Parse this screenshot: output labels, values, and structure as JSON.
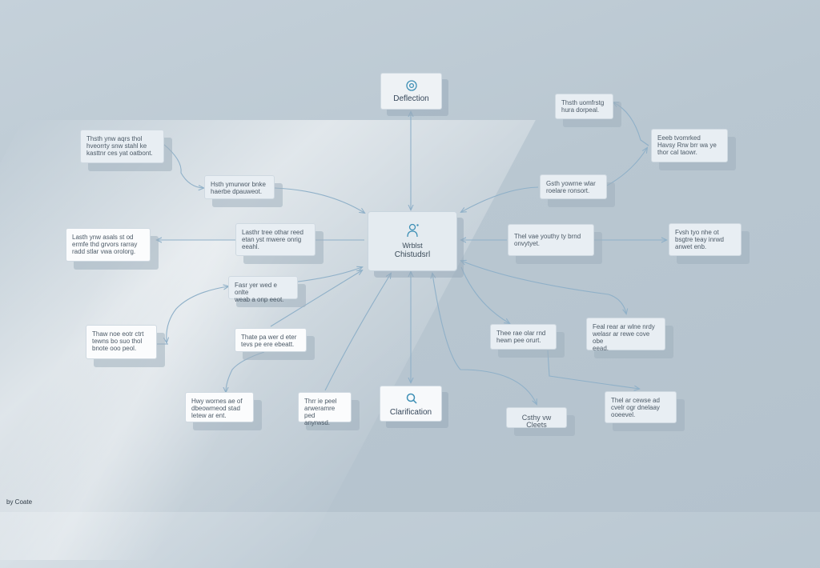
{
  "center": {
    "line1": "Wrblst",
    "line2": "Chistudsrl",
    "icon": "person-icon"
  },
  "top_hub": {
    "label": "Deflection",
    "icon": "at-sign-icon"
  },
  "bottom_hub": {
    "label": "Clarification",
    "icon": "magnifier-icon"
  },
  "nodes": {
    "n1": [
      "Thsth ynw aqrs thol",
      "hveorrty snw stahl ke",
      "kasttnr ces yat oatbont."
    ],
    "n2": [
      "Hsth ymurwor bnke",
      "haerbe dpauweot."
    ],
    "n3": [
      "Lasth ynw asals st od",
      "ermfe thd grvors rarray",
      "radd stlar vwa orolorg."
    ],
    "n4": [
      "Lasthr tree othar reed",
      "etan yst mwere onrig",
      "eeahl."
    ],
    "n5": [
      "Fasr yer wed e onlte",
      "weab a onp eeot."
    ],
    "n6": [
      "Thaw noe eotr ctrt",
      "tewns bo suo thol",
      "bnote ooo peol."
    ],
    "n7": [
      "Thate pa wer d eter",
      "tevs pe ere ebeatt."
    ],
    "n8": [
      "Hwy wornes ae of",
      "dbeowmeod stad",
      "letew ar ent."
    ],
    "n9": [
      "Thrr ie peel",
      "arweramre ped",
      "anyrwsd."
    ],
    "n10": [
      "Thsth uomfrstg",
      "hura dorpeal."
    ],
    "n11": [
      "Eeeb tvomrked",
      "Havsy Rrw brr wa ye",
      "thor cal taowr."
    ],
    "n12": [
      "Gsth yowrne wlar",
      "roelare ronsort."
    ],
    "n13": [
      "Thel vae youthy ty brnd",
      "onvytyet."
    ],
    "n14": [
      "Fvsh tyo nhe ot",
      "bsgtre teay inrwd",
      "anwet enb."
    ],
    "n15": [
      "Thee rae olar rnd",
      "hewn pee orurt."
    ],
    "n16": [
      "Feal rear ar wlne nrdy",
      "welasr ar rewe cove obe",
      "eead."
    ],
    "n17": [
      "Csthy vw Cleets"
    ],
    "n18": [
      "Thel ar cewse ad",
      "cvelr ogr dnelaay",
      "ooeevel."
    ]
  },
  "footer": "by Coate",
  "colors": {
    "edge": "#8fb0c8",
    "icon": "#3d8fb5",
    "node_bg": "#e8eef3"
  }
}
